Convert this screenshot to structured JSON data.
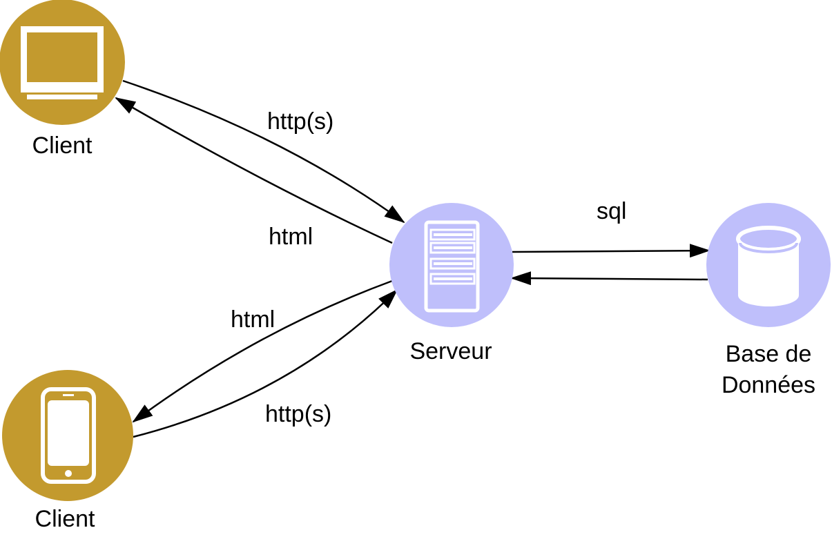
{
  "colors": {
    "client_fill": "#c39a2e",
    "server_fill": "#bfbffb",
    "icon_color": "#ffffff",
    "arrow_color": "#000000",
    "background": "#ffffff"
  },
  "nodes": {
    "client_desktop": {
      "label": "Client",
      "icon": "desktop-monitor-icon"
    },
    "client_mobile": {
      "label": "Client",
      "icon": "smartphone-icon"
    },
    "server": {
      "label": "Serveur",
      "icon": "server-rack-icon"
    },
    "database": {
      "label_line1": "Base de",
      "label_line2": "Données",
      "icon": "database-cylinder-icon"
    }
  },
  "edges": {
    "desktop_to_server": {
      "label": "http(s)"
    },
    "server_to_desktop": {
      "label": "html"
    },
    "server_to_mobile": {
      "label": "html"
    },
    "mobile_to_server": {
      "label": "http(s)"
    },
    "server_to_database": {
      "label": "sql"
    },
    "database_to_server": {
      "label": ""
    }
  }
}
